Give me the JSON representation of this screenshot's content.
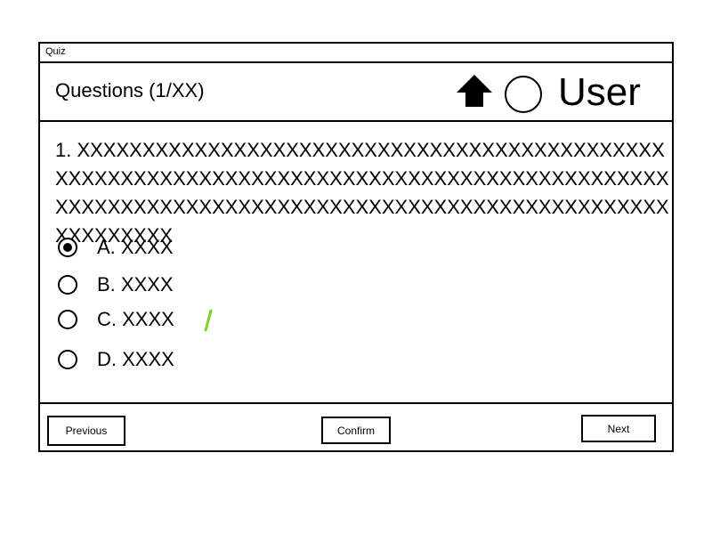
{
  "window": {
    "title": "Quiz"
  },
  "header": {
    "title": "Questions (1/XX)",
    "user_label": "User"
  },
  "question": {
    "text": "1. XXXXXXXXXXXXXXXXXXXXXXXXXXXXXXXXXXXXXXXXXXXXXXXXXXXXXXXXXXXXXXXXXXXXXXXXXXXXXXXXXXXXXXXXXXXXXXXXXXXXXXXXXXXXXXXXXXXXXXXXXXXXXXXXXXXXXXXXXXXXXXXXXXXX"
  },
  "options": [
    {
      "label": "A. XXXX",
      "selected": true
    },
    {
      "label": "B. XXXX",
      "selected": false
    },
    {
      "label": "C. XXXX",
      "selected": false
    },
    {
      "label": "D. XXXX",
      "selected": false
    }
  ],
  "footer": {
    "previous_label": "Previous",
    "confirm_label": "Confirm",
    "next_label": "Next"
  },
  "icons": {
    "home": "home-icon",
    "avatar": "avatar-icon"
  },
  "colors": {
    "cursor_mark": "#7ED321"
  }
}
